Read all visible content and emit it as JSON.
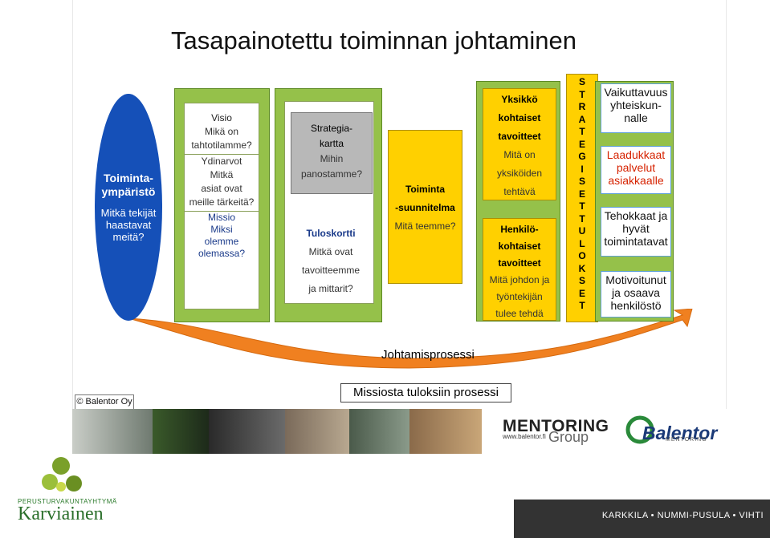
{
  "title": "Tasapainotettu toiminnan johtaminen",
  "environment": {
    "heading": "Toiminta-ympäristö",
    "text": "Mitkä tekijät haastavat meitä?"
  },
  "vision": {
    "visio": "Visio",
    "visio_q1": "Mikä on",
    "visio_q2": "tahtotilamme?",
    "arvot": "Ydinarvot",
    "arvot_q1": "Mitkä",
    "arvot_q2": "asiat ovat",
    "arvot_q3": "meille tärkeitä?",
    "missio": "Missio",
    "missio_q1": "Miksi",
    "missio_q2": "olemme",
    "missio_q3": "olemassa?"
  },
  "strategy": {
    "h1": "Strategia-",
    "h2": "kartta",
    "q1": "Mihin",
    "q2": "panostamme?",
    "tk": "Tuloskortti",
    "tk_q1": "Mitkä ovat",
    "tk_q2": "tavoitteemme",
    "tk_q3": "ja mittarit?"
  },
  "operations": {
    "h1": "Toiminta",
    "h2": "-suunnitelma",
    "q": "Mitä teemme?"
  },
  "goals": {
    "u1": "Yksikkö",
    "u2": "kohtaiset",
    "u3": "tavoitteet",
    "uq1": "Mitä on",
    "uq2": "yksiköiden",
    "uq3": "tehtävä",
    "p1": "Henkilö-",
    "p2": "kohtaiset",
    "p3": "tavoitteet",
    "pq1": "Mitä johdon ja",
    "pq2": "työntekijän",
    "pq3": "tulee tehdä"
  },
  "strategic_results_letters": [
    "S",
    "T",
    "R",
    "A",
    "T",
    "E",
    "G",
    "I",
    "S",
    "E",
    "T",
    "",
    "T",
    "U",
    "L",
    "O",
    "K",
    "S",
    "E",
    "T"
  ],
  "results": [
    {
      "text": "Vaikuttavuus yhteiskun-nalle",
      "color": "#111111"
    },
    {
      "text": "Laadukkaat palvelut asiakkaalle",
      "color": "#d62200"
    },
    {
      "text": "Tehokkaat ja hyvät toimintatavat",
      "color": "#111111"
    },
    {
      "text": "Motivoitunut ja osaava henkilöstö",
      "color": "#111111"
    }
  ],
  "process_label": "Johtamisprosessi",
  "copyright": "© Balentor Oy",
  "mission_label": "Missiosta tuloksiin prosessi",
  "logos": {
    "mentoring": "MENTORING",
    "group": "Group",
    "url": "www.balentor.fi",
    "balentor": "Balentor",
    "balentor_sub": "MENTORING",
    "org_top": "PERUSTURVAKUNTAYHTYMÄ",
    "org_name": "Karviainen"
  },
  "footer_towns": "KARKKILA • NUMMI-PUSULA • VIHTI",
  "colors": {
    "ellipse": "#1550b8",
    "green": "#95c14a",
    "yellow": "#ffd000",
    "arrow": "#f08020",
    "footer": "#333333"
  }
}
